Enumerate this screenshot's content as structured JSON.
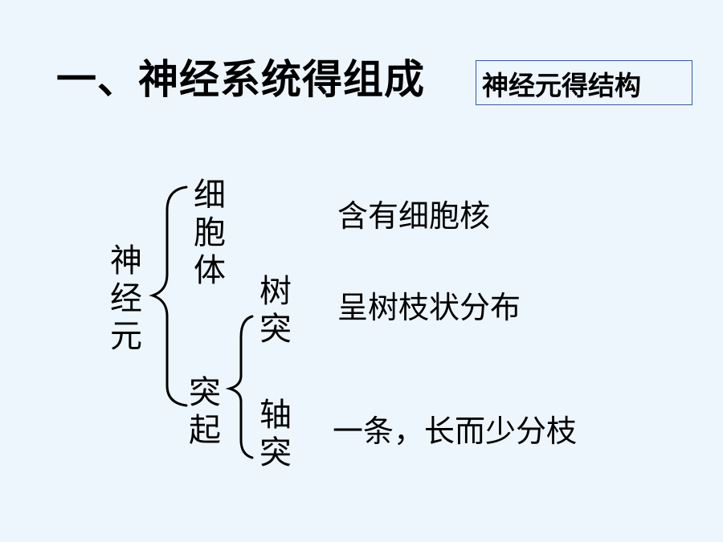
{
  "slide": {
    "title": "一、神经系统得组成",
    "boxed_label": "神经元得结构",
    "tree": {
      "root": "神经元",
      "cell_body": "细胞体",
      "process": "突起",
      "dendrite": "树突",
      "axon": "轴突"
    },
    "descriptions": {
      "cell_body": "含有细胞核",
      "dendrite": "呈树枝状分布",
      "axon": "一条，长而少分枝"
    }
  }
}
